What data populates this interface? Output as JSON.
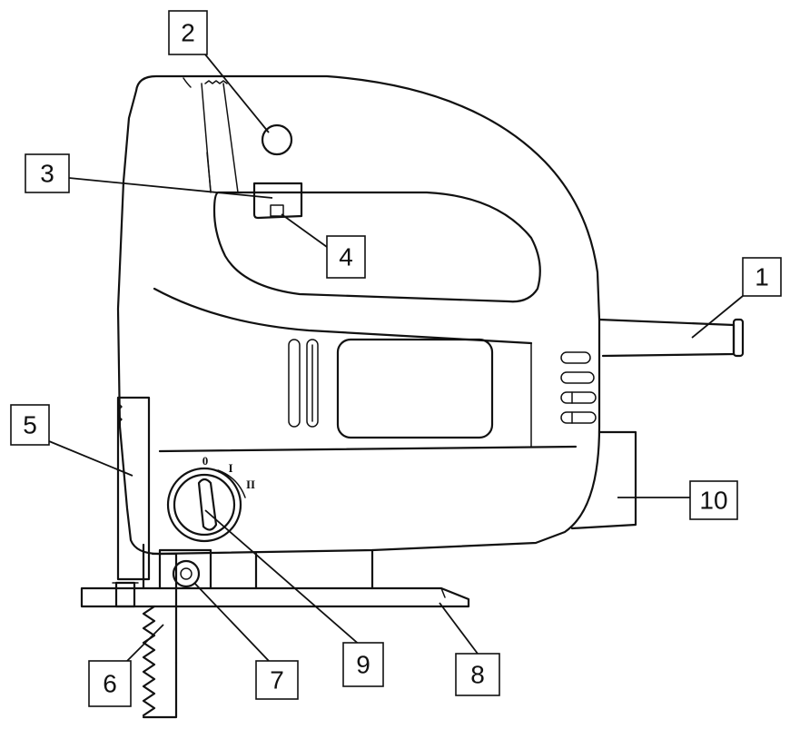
{
  "diagram": {
    "callouts": [
      {
        "id": "dust-extraction-adapter",
        "label": "1"
      },
      {
        "id": "lock-button",
        "label": "2"
      },
      {
        "id": "on-off-switch",
        "label": "3"
      },
      {
        "id": "switch-lock",
        "label": "4"
      },
      {
        "id": "saw-blade-guard",
        "label": "5"
      },
      {
        "id": "saw-blade",
        "label": "6"
      },
      {
        "id": "guide-roller",
        "label": "7"
      },
      {
        "id": "base-plate",
        "label": "8"
      },
      {
        "id": "pendulum-selector",
        "label": "9"
      },
      {
        "id": "rear-housing",
        "label": "10"
      }
    ],
    "dial_marks": [
      "0",
      "I",
      "II"
    ]
  }
}
